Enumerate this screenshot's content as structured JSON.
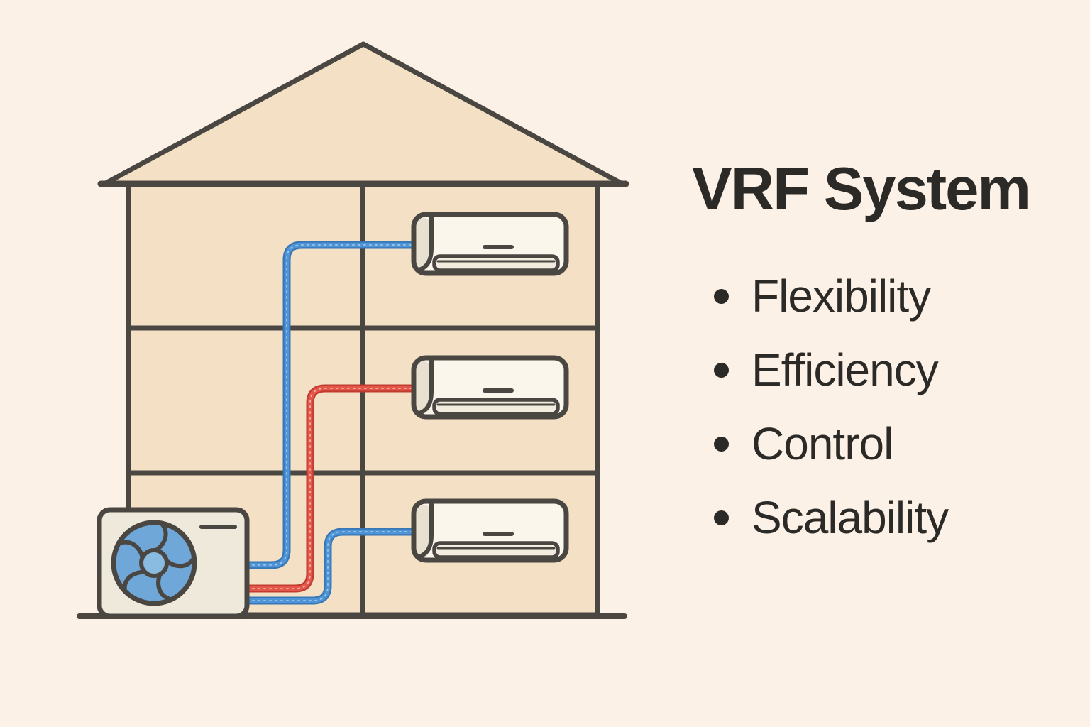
{
  "panel": {
    "title": "VRF System",
    "bullets": [
      "Flexibility",
      "Efficiency",
      "Control",
      "Scalability"
    ]
  },
  "diagram": {
    "indoor_unit_count": 3,
    "outdoor_unit_count": 1,
    "icons": [
      "indoor-ac-unit-icon",
      "outdoor-condenser-unit-icon",
      "fan-icon",
      "bullet-dot-icon"
    ]
  },
  "colors": {
    "background": "#fcf1e6",
    "house_fill": "#f4e1c5",
    "outline": "#4a4742",
    "text": "#2b2a27",
    "pipe_blue": "#4f94d6",
    "pipe_blue_edge": "#3877b6",
    "pipe_blue_dash": "#a9cdec",
    "pipe_red": "#e5564a",
    "pipe_red_edge": "#c23b31",
    "pipe_red_dash": "#f3c0b8",
    "fan_blue": "#6fa7d8",
    "fan_hub": "#8abbe0",
    "unit_body": "#fbf6ec",
    "unit_side": "#e8e1d2",
    "louver": "#f2ecdf",
    "outdoor_body": "#efe9dc"
  }
}
